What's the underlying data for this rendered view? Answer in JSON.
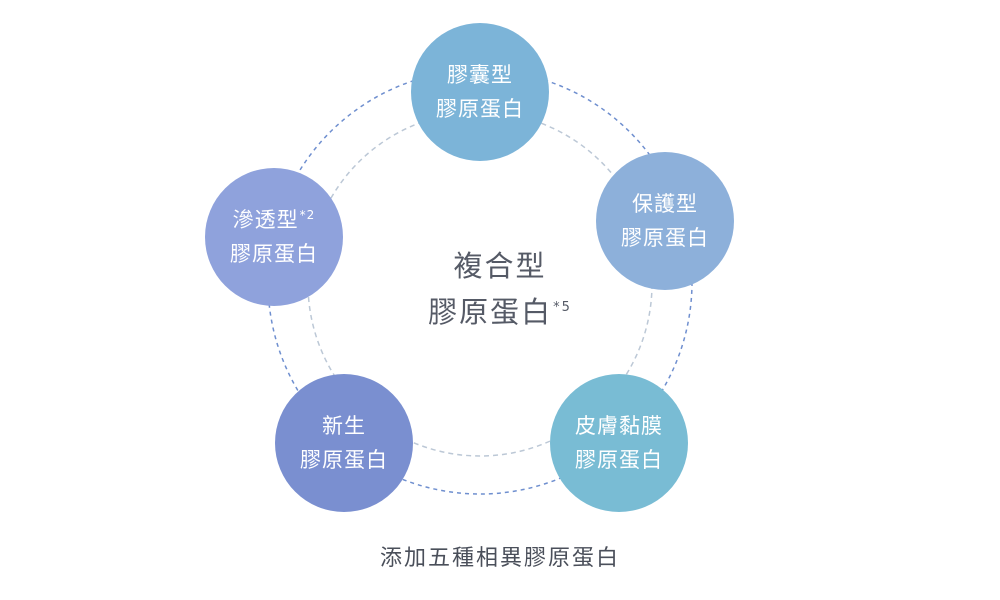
{
  "center": {
    "line1": "複合型",
    "line2": "膠原蛋白",
    "note": "*5"
  },
  "nodes": [
    {
      "line1": "膠囊型",
      "line2": "膠原蛋白",
      "note": "",
      "color": "#7cb4d8"
    },
    {
      "line1": "保護型",
      "line2": "膠原蛋白",
      "note": "",
      "color": "#8db0da"
    },
    {
      "line1": "皮膚黏膜",
      "line2": "膠原蛋白",
      "note": "",
      "color": "#79bcd4"
    },
    {
      "line1": "新生",
      "line2": "膠原蛋白",
      "note": "",
      "color": "#7a8fd0"
    },
    {
      "line1": "滲透型",
      "line2": "膠原蛋白",
      "note": "*2",
      "color": "#8fa2dc"
    }
  ],
  "caption": "添加五種相異膠原蛋白",
  "colors": {
    "outer_ring": "#6f8fcf",
    "inner_ring": "#bcc8d6",
    "center_text": "#555a66",
    "caption_text": "#4a4f5a"
  }
}
